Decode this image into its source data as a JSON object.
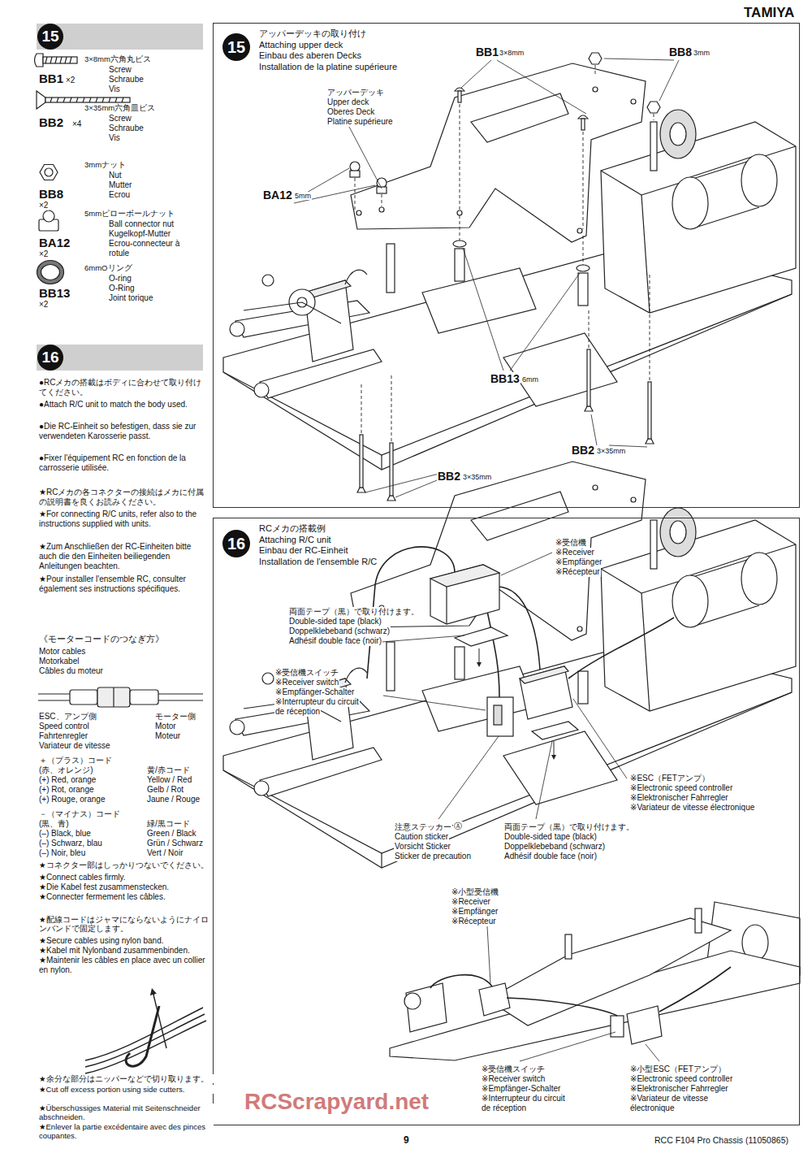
{
  "diagram": {
    "nodes": [
      {
        "text": [
          "15"
        ]
      },
      {
        "text": [
          "アッパーデッキの取り付け",
          "Attaching upper deck",
          "Einbau des aberen Decks",
          "Installation de la platine supérieure"
        ]
      },
      {
        "text": [
          "15"
        ],
        "in": 1
      },
      {
        "text": [
          "16"
        ]
      },
      {
        "text": [
          "RCメカの搭載例",
          "Attaching R/C unit",
          "Einbau der RC-Einheit",
          "Installation de l'ensemble R/C"
        ]
      },
      {
        "text": [
          "16"
        ],
        "in": 4
      }
    ],
    "labels": [
      "TAMIYA",
      "BB1",
      "×2",
      "3×8mm六角丸ビス",
      "Screw",
      "Schraube",
      "Vis",
      "BB2",
      "×4",
      "3×35mm六角皿ビス",
      "Screw",
      "Schraube",
      "Vis",
      "BB8",
      "×2",
      "3mmナット",
      "Nut",
      "Mutter",
      "Ecrou",
      "BA12",
      "×2",
      "5mmピローボールナット",
      "Ball connector nut",
      "Kugelkopf-Mutter",
      "Ecrou-connecteur à",
      "rotule",
      "BB13",
      "×2",
      "6mmOリング",
      "O-ring",
      "O-Ring",
      "Joint torique",
      "●RCメカの搭載はボディに合わせて取り付けてください。",
      "●Attach R/C unit to match the body used.",
      "●Die RC-Einheit so befestigen, dass sie zur verwendeten Karosserie passt.",
      "●Fixer l'équipement RC en fonction de la carrosserie utilisée.",
      "★RCメカの各コネクターの接続はメカに付属の説明書を良くお読みください。",
      "★For connecting R/C units, refer also to the instructions supplied with units.",
      "★Zum Anschließen der RC-Einheiten bitte auch die den Einheiten beiliegenden Anleitungen beachten.",
      "★Pour installer l'ensemble RC, consulter également ses instructions spécifiques.",
      "《モーターコードのつなぎ方》",
      "Motor cables",
      "Motorkabel",
      "Câbles du moteur",
      "ESC、アンプ側",
      "Speed control",
      "Fahrtenregler",
      "Variateur de vitesse",
      "モーター側",
      "Motor",
      "Moteur",
      "＋（プラス）コード",
      "(赤、オレンジ)",
      "(+) Red, orange",
      "(+) Rot, orange",
      "(+) Rouge, orange",
      "黄/赤コード",
      "Yellow / Red",
      "Gelb / Rot",
      "Jaune / Rouge",
      "－（マイナス）コード",
      "(黒、青)",
      "(–) Black, blue",
      "(–) Schwarz, blau",
      "(–) Noir, bleu",
      "緑/黒コード",
      "Green / Black",
      "Grün / Schwarz",
      "Vert / Noir",
      "★コネクター部はしっかりつないでください。",
      "★Connect cables firmly.",
      "★Die Kabel fest zusammenstecken.",
      "★Connecter fermement les câbles.",
      "★配線コードはジャマにならないようにナイロンバンドで固定します。",
      "★Secure cables using nylon band.",
      "★Kabel mit Nylonband zusammenbinden.",
      "★Maintenir les câbles en place avec un collier en nylon.",
      "★余分な部分はニッパーなどで切り取ります。",
      "★Cut off excess portion using side cutters.",
      "★Überschüssiges Material mit Seitenschneider abschneiden.",
      "★Enlever la partie excédentaire avec des pinces coupantes.",
      "BB1",
      "3×8mm",
      "BB8",
      "3mm",
      "アッパーデッキ",
      "Upper deck",
      "Oberes Deck",
      "Platine supérieure",
      "BA12",
      "5mm",
      "BB13",
      "6mm",
      "BB2",
      "3×35mm",
      "BB2",
      "3×35mm",
      "※受信機",
      "※Receiver",
      "※Empfänger",
      "※Récepteur",
      "両面テープ（黒）で取り付けます。",
      "Double-sided tape (black)",
      "Doppelklebeband (schwarz)",
      "Adhésif double face (noir)",
      "※受信機スイッチ",
      "※Receiver switch",
      "※Empfänger-Schalter",
      "※Interrupteur du circuit",
      "de réception",
      "※ESC（FETアンプ）",
      "※Electronic speed controller",
      "※Elektronischer Fahrregler",
      "※Variateur de vitesse électronique",
      "注意ステッカー",
      "Ⓐ",
      "Caution sticker",
      "Vorsicht Sticker",
      "Sticker de precaution",
      "両面テープ（黒）で取り付けます。",
      "Double-sided tape (black)",
      "Doppelklebeband (schwarz)",
      "Adhésif double face (noir)",
      "※小型受信機",
      "※Receiver",
      "※Empfänger",
      "※Récepteur",
      "※受信機スイッチ",
      "※Receiver switch",
      "※Empfänger-Schalter",
      "※Interrupteur du circuit",
      "de réception",
      "※小型ESC（FETアンプ）",
      "※Electronic speed controller",
      "※Elektronischer Fahrregler",
      "※Variateur de vitesse",
      "électronique",
      "RCScrapyard.net",
      "9",
      "RCC F104 Pro Chassis (11050865)"
    ]
  }
}
